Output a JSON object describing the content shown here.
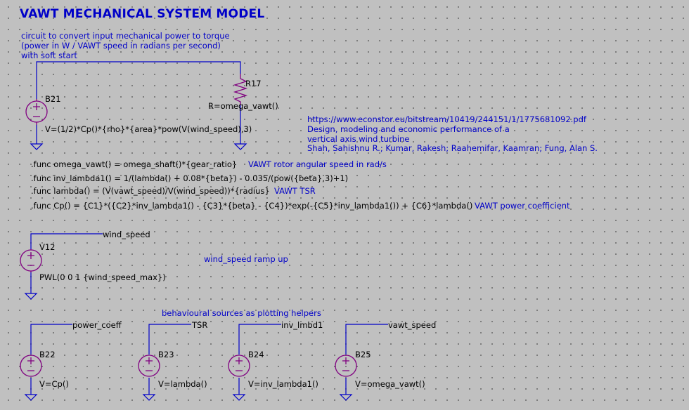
{
  "title": "VAWT MECHANICAL SYSTEM MODEL",
  "comments": {
    "intro": [
      "circuit to convert input mechanical power to torque",
      "(power in W / VAWT speed in radians per second)",
      "with soft start"
    ],
    "reference": [
      "https://www.econstor.eu/bitstream/10419/244151/1/1775681092.pdf",
      "Design, modeling and economic performance of a",
      "vertical axis wind turbine",
      "Shah, Sahishnu R.; Kumar, Rakesh; Raahemifar, Kaamran; Fung, Alan S."
    ],
    "omega_note": "VAWT rotor angular speed in rad/s",
    "tsr_note": "VAWT TSR",
    "cp_note": "VAWT power coefficient",
    "ramp_note": "wind_speed ramp up",
    "helpers_note": "behavioural sources as plotting helpers"
  },
  "directives": {
    "omega": ".func omega_vawt() = omega_shaft()*{gear_ratio}",
    "inv_lambda": ".func inv_lambda1() = 1/(lambda() + 0.08*{beta}) - 0.035/(pow({beta},3)+1)",
    "lambda": ".func lambda() = (V(vawt_speed)/V(wind_speed))*{radius}",
    "cp": ".func Cp() = {C1}*({C2}*inv_lambda1() - {C3}*{beta} - {C4})*exp(-{C5}*inv_lambda1()) + {C6}*lambda()"
  },
  "components": {
    "b21": {
      "ref": "B21",
      "value": "V=(1/2)*Cp()*{rho}*{area}*pow(V(wind_speed),3)"
    },
    "r17": {
      "ref": "R17",
      "value": "R=omega_vawt()"
    },
    "v12": {
      "ref": "V12",
      "value": "PWL(0 0 1 {wind_speed_max})"
    },
    "b22": {
      "ref": "B22",
      "value": "V=Cp()"
    },
    "b23": {
      "ref": "B23",
      "value": "V=lambda()"
    },
    "b24": {
      "ref": "B24",
      "value": "V=inv_lambda1()"
    },
    "b25": {
      "ref": "B25",
      "value": "V=omega_vawt()"
    }
  },
  "net_labels": {
    "wind_speed": "wind_speed",
    "power_coeff": "power_coeff",
    "tsr": "TSR",
    "inv_lmbd1": "inv_lmbd1",
    "vawt_speed": "vawt_speed"
  },
  "colors": {
    "background": "#c0c0c0",
    "wire": "#0000c8",
    "component": "#800080",
    "text": "#000000",
    "comment": "#0000c8"
  }
}
